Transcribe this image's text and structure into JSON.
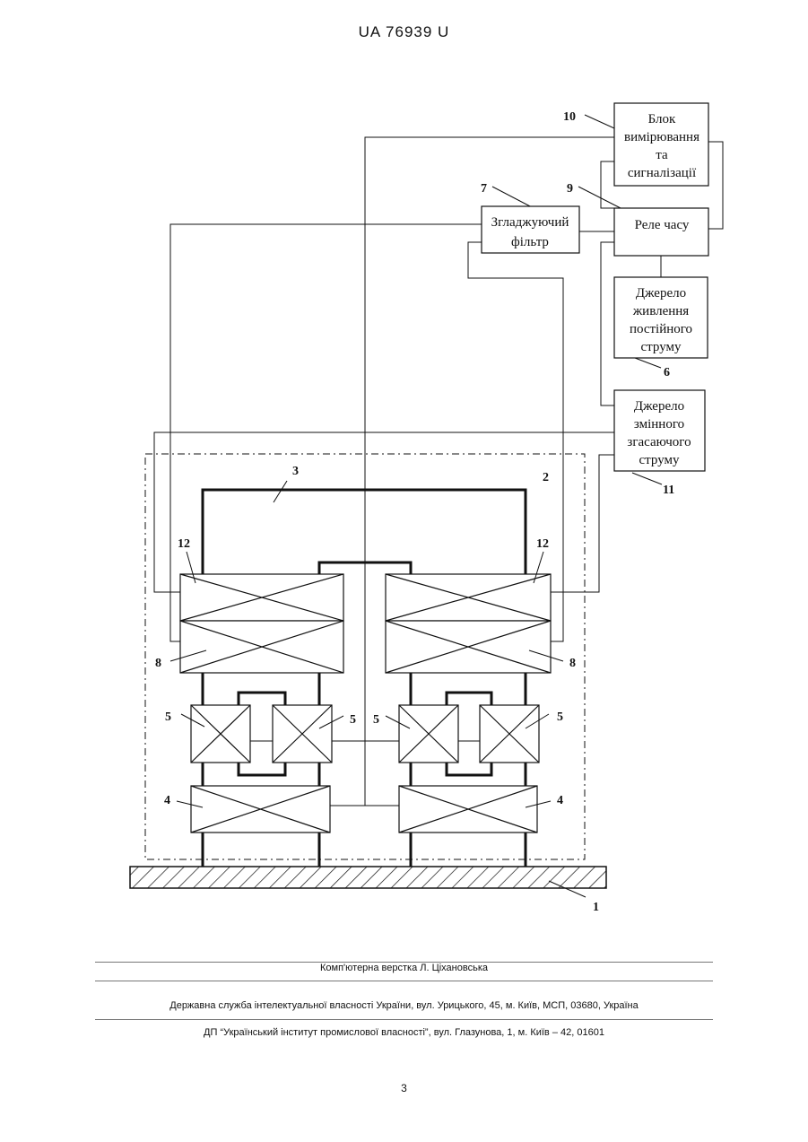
{
  "header": {
    "doc_number": "UA   76939   U"
  },
  "blocks": {
    "measurement": [
      "Блок",
      "вимірювання",
      "та",
      "сигналізації"
    ],
    "filter": [
      "Згладжуючий",
      "фільтр"
    ],
    "relay": [
      "Реле часу"
    ],
    "dc_source": [
      "Джерело",
      "живлення",
      "постійного",
      "струму"
    ],
    "ac_source": [
      "Джерело",
      "змінного",
      "згасаючого",
      "струму"
    ]
  },
  "callouts": {
    "n1": "1",
    "n2": "2",
    "n3": "3",
    "n4a": "4",
    "n4b": "4",
    "n5a": "5",
    "n5b": "5",
    "n5c": "5",
    "n5d": "5",
    "n6": "6",
    "n7": "7",
    "n8a": "8",
    "n8b": "8",
    "n9": "9",
    "n10": "10",
    "n11": "11",
    "n12a": "12",
    "n12b": "12"
  },
  "footer": {
    "layout": "Комп'ютерна верстка Л. Ціхановська",
    "service": "Державна служба інтелектуальної власності України, вул. Урицького, 45, м. Київ, МСП, 03680, Україна",
    "institute": "ДП “Український інститут промислової власності”, вул. Глазунова, 1, м. Київ – 42, 01601"
  },
  "page_number": "3"
}
